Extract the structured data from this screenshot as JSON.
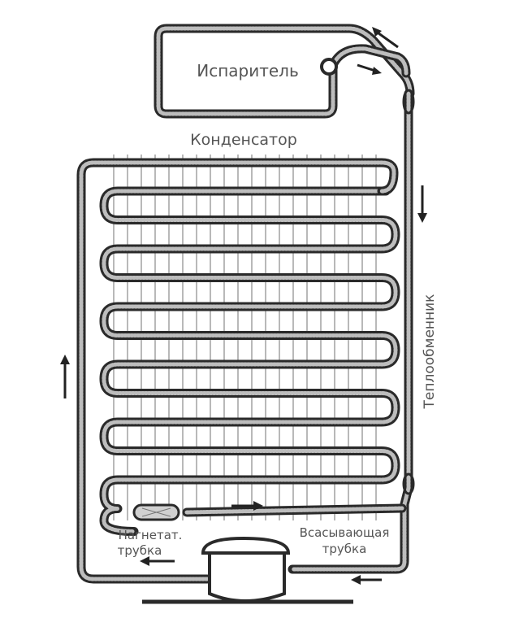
{
  "labels": {
    "evaporator": "Испаритель",
    "condenser": "Конденсатор",
    "heat_exchanger": "Теплообменник",
    "discharge_line_1": "Нагнетат.",
    "discharge_line_2": "трубка",
    "suction_line_1": "Всасывающая",
    "suction_line_2": "трубка"
  },
  "colors": {
    "pipe": "#2a2a2a",
    "pipe_inner": "#bdbdbd",
    "fin": "#8a8a8a",
    "label": "#555555"
  }
}
